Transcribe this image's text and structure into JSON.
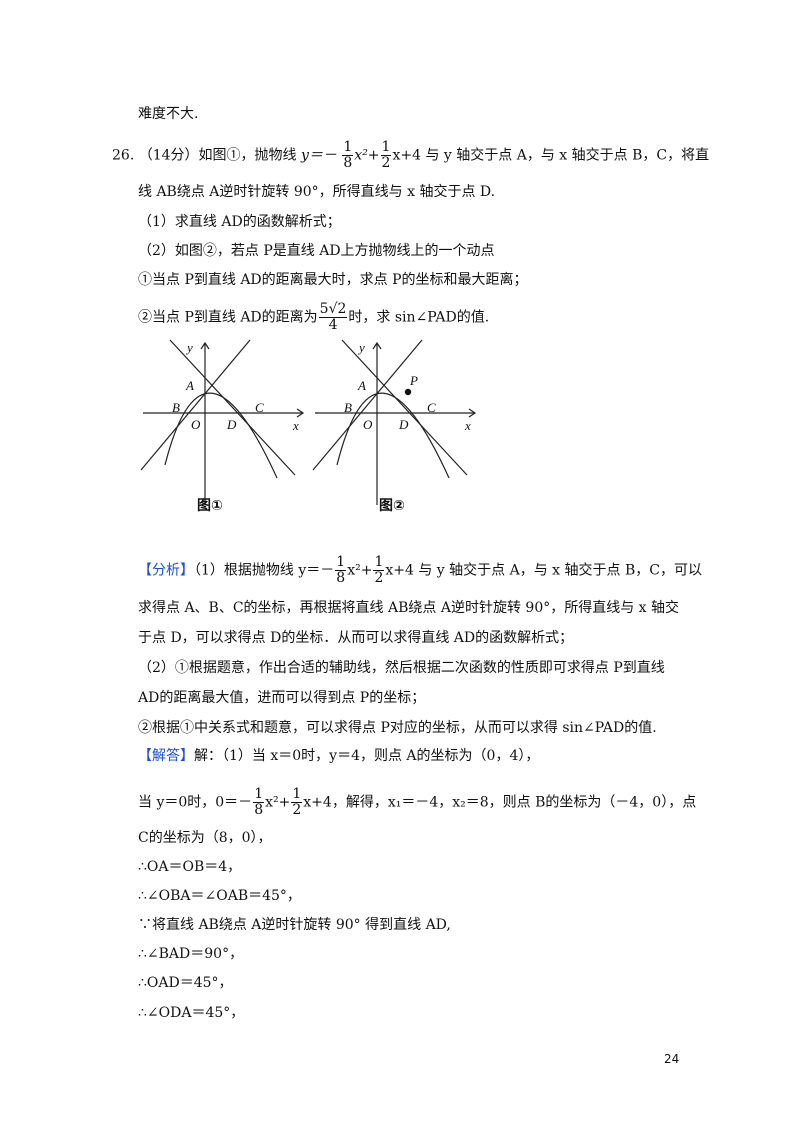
{
  "intro": "难度不大.",
  "problem": {
    "number": "26.",
    "score": "（14分）如图①，抛物线",
    "eq_prefix": "y＝－",
    "coef_a_num": "1",
    "coef_a_den": "8",
    "mid1": "x²+",
    "coef_b_num": "1",
    "coef_b_den": "2",
    "mid2": "x+4 与 y 轴交于点 A，与 x 轴交于点 B，C，将直",
    "line2": "线 AB绕点 A逆时针旋转 90°，所得直线与 x 轴交于点 D.",
    "q1": "（1）求直线 AD的函数解析式；",
    "q2": "（2）如图②，若点 P是直线 AD上方抛物线上的一个动点",
    "q2_1": "①当点 P到直线 AD的距离最大时，求点 P的坐标和最大距离；",
    "q2_2_pre": "②当点 P到直线 AD的距离为",
    "q2_2_frac_num": "5√2",
    "q2_2_frac_den": "4",
    "q2_2_post": "时，求 sin∠PAD的值."
  },
  "figure1": {
    "caption": "图①",
    "labels": {
      "y": "y",
      "x": "x",
      "A": "A",
      "B": "B",
      "O": "O",
      "D": "D",
      "C": "C"
    }
  },
  "figure2": {
    "caption": "图②",
    "labels": {
      "y": "y",
      "x": "x",
      "A": "A",
      "B": "B",
      "O": "O",
      "D": "D",
      "C": "C",
      "P": "P"
    }
  },
  "analysis": {
    "tag": "【分析】",
    "l1_pre": "（1）根据抛物线 y＝－",
    "l1_mid": "x²+",
    "l1_post": "x+4 与 y 轴交于点 A，与 x 轴交于点 B，C，可以",
    "l2": "求得点 A、B、C的坐标，再根据将直线 AB绕点 A逆时针旋转 90°，所得直线与 x 轴交",
    "l3": "于点 D，可以求得点 D的坐标．从而可以求得直线 AD的函数解析式；",
    "l4": "（2）①根据题意，作出合适的辅助线，然后根据二次函数的性质即可求得点 P到直线",
    "l5": "AD的距离最大值，进而可以得到点 P的坐标；",
    "l6": "②根据①中关系式和题意，可以求得点 P对应的坐标，从而可以求得 sin∠PAD的值."
  },
  "solution": {
    "tag": "【解答】",
    "l1": "解：（1）当 x＝0时，y＝4，则点 A的坐标为（0，4），",
    "l2_pre": "当 y＝0时，0＝－",
    "l2_mid": "x²+",
    "l2_post": "x+4，解得，x₁＝－4，x₂＝8，则点 B的坐标为（－4，0），点",
    "l3": "C的坐标为（8，0），",
    "l4": "∴OA＝OB＝4，",
    "l5": "∴∠OBA＝∠OAB＝45°，",
    "l6": "∵将直线 AB绕点 A逆时针旋转 90° 得到直线 AD,",
    "l7": "∴∠BAD＝90°，",
    "l8": "∴OAD＝45°，",
    "l9": "∴∠ODA＝45°，"
  },
  "page_number": "24"
}
